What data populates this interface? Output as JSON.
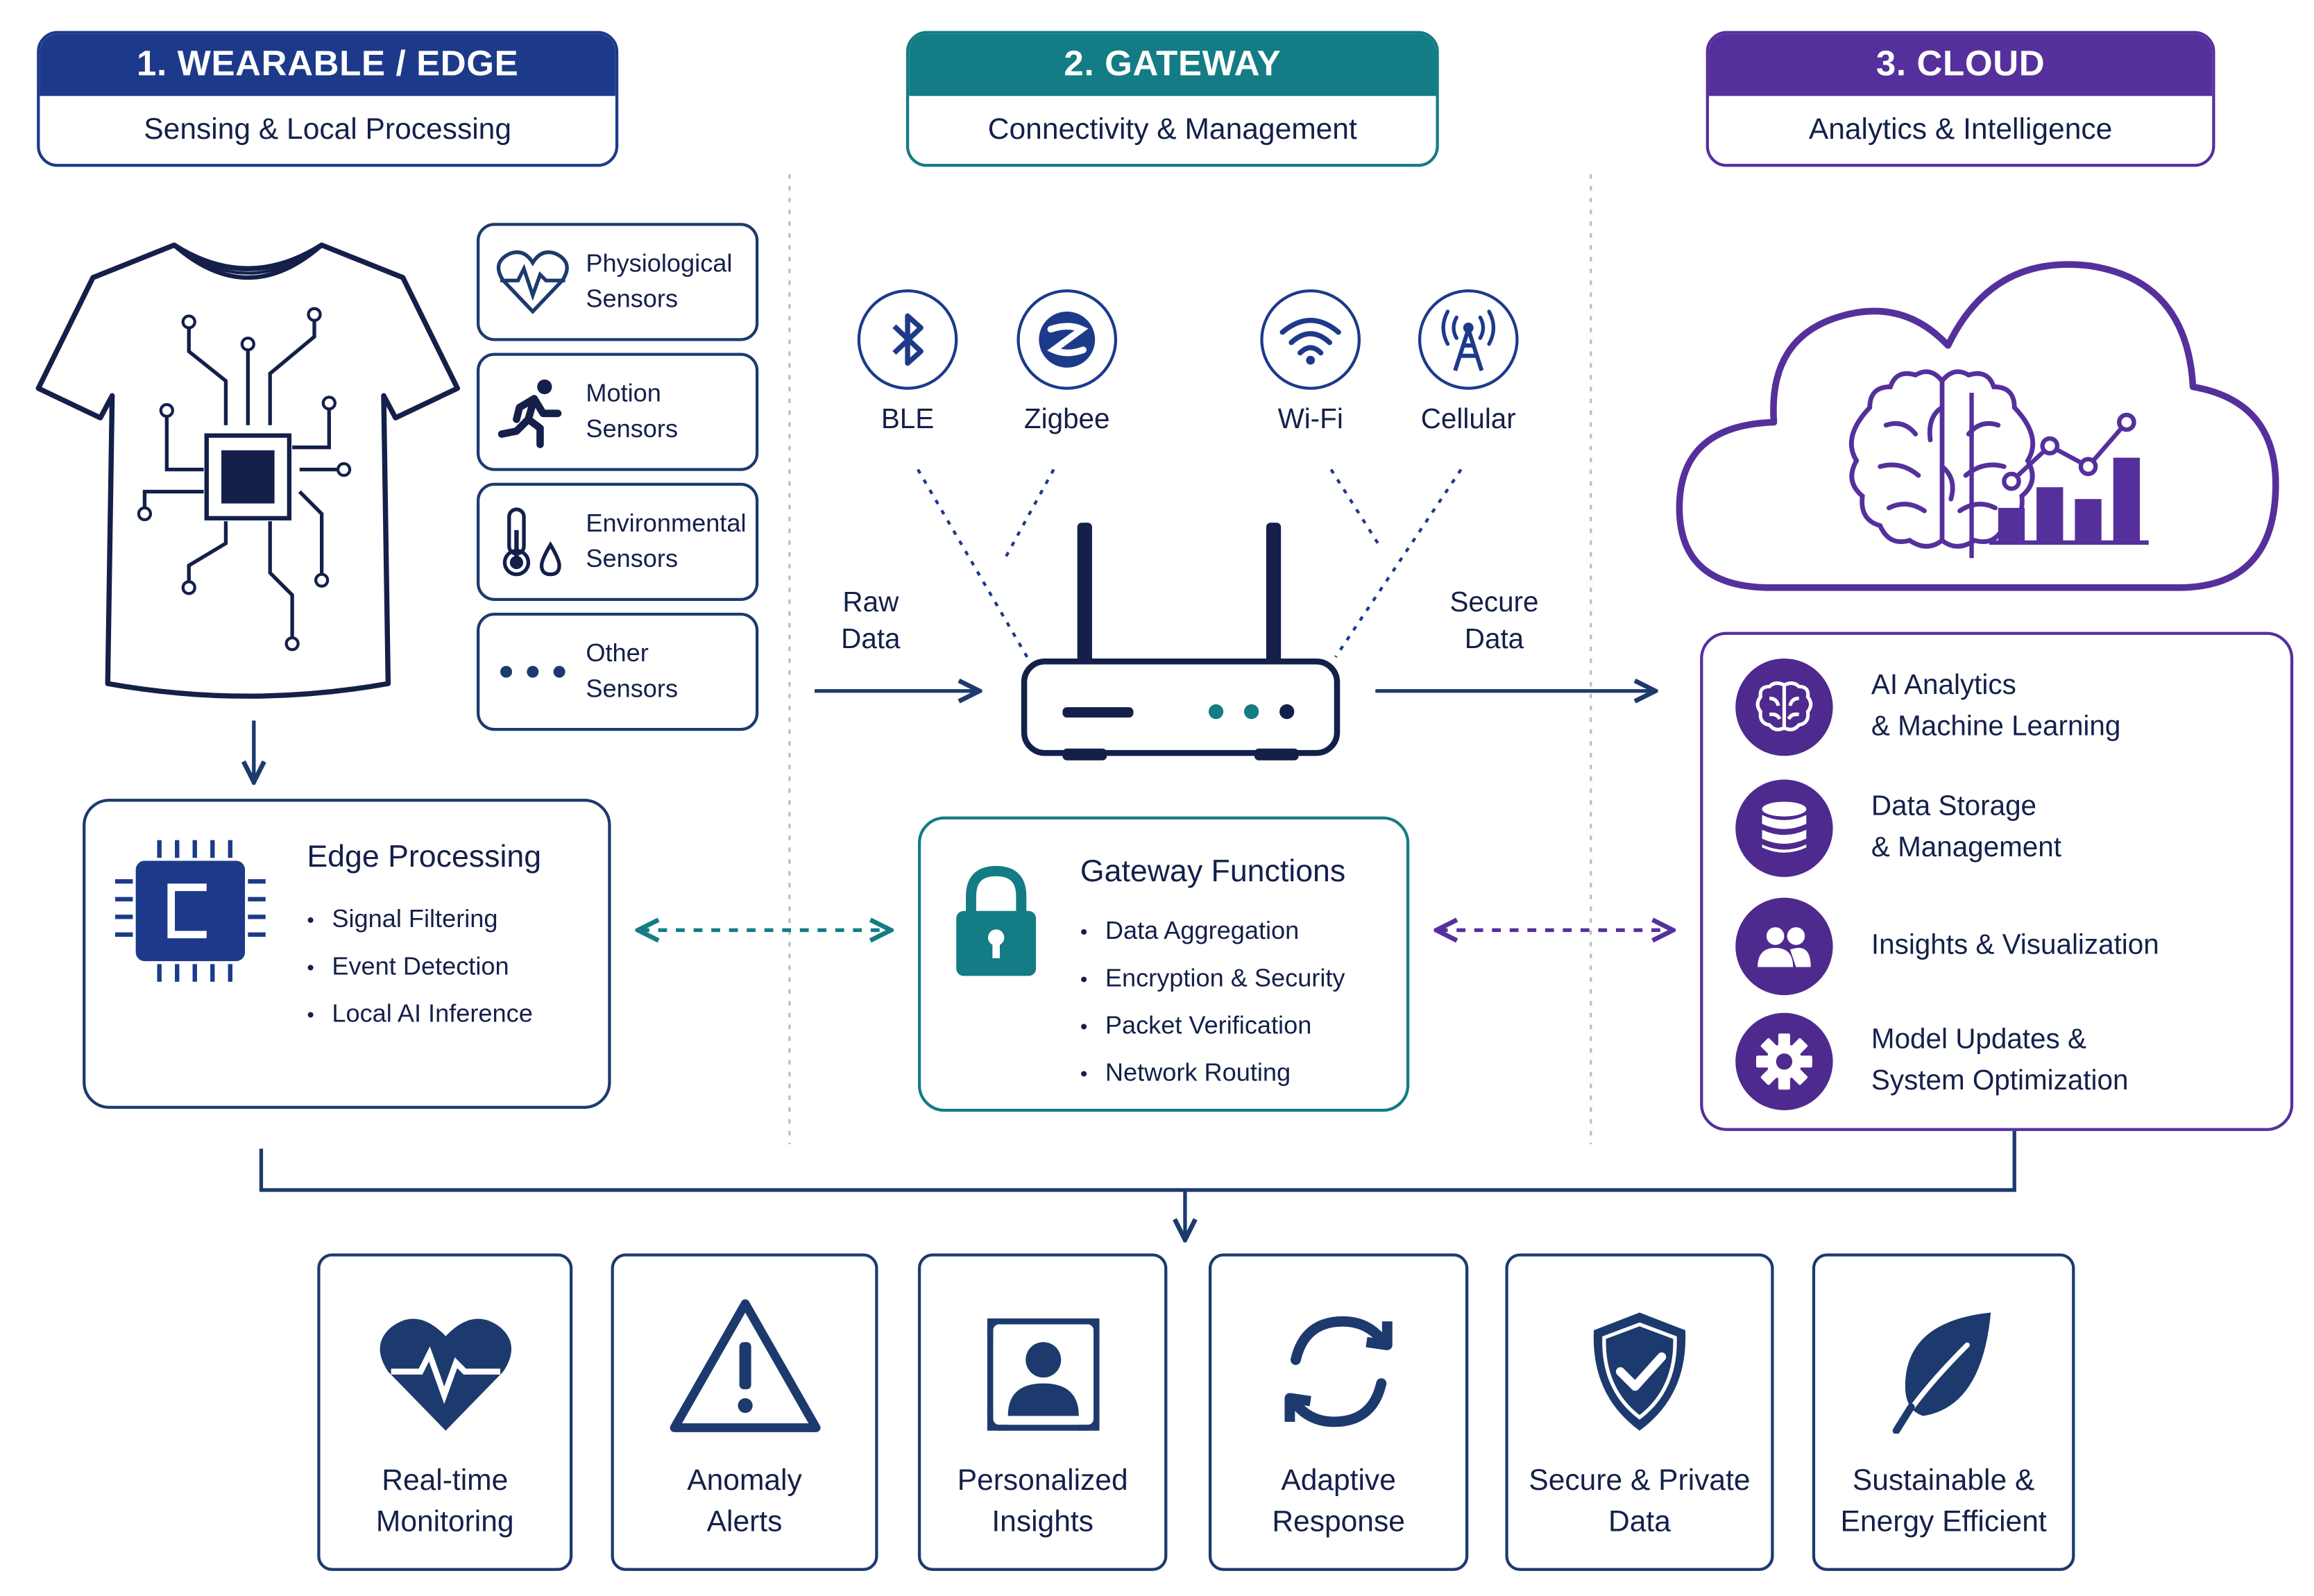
{
  "sections": [
    {
      "title": "1. WEARABLE / EDGE",
      "subtitle": "Sensing & Local Processing"
    },
    {
      "title": "2. GATEWAY",
      "subtitle": "Connectivity & Management"
    },
    {
      "title": "3. CLOUD",
      "subtitle": "Analytics & Intelligence"
    }
  ],
  "sensors": [
    {
      "label": "Physiological\nSensors",
      "icon": "heart-pulse-icon"
    },
    {
      "label": "Motion\nSensors",
      "icon": "running-person-icon"
    },
    {
      "label": "Environmental\nSensors",
      "icon": "thermometer-droplet-icon"
    },
    {
      "label": "Other\nSensors",
      "icon": "dots-icon"
    }
  ],
  "edge": {
    "title": "Edge Processing",
    "items": [
      "Signal Filtering",
      "Event Detection",
      "Local AI Inference"
    ]
  },
  "protocols": [
    {
      "label": "BLE",
      "icon": "bluetooth-icon"
    },
    {
      "label": "Zigbee",
      "icon": "zigbee-icon"
    },
    {
      "label": "Wi-Fi",
      "icon": "wifi-icon"
    },
    {
      "label": "Cellular",
      "icon": "cell-tower-icon"
    }
  ],
  "flows": {
    "raw": "Raw\nData",
    "secure": "Secure\nData"
  },
  "gateway": {
    "title": "Gateway Functions",
    "items": [
      "Data Aggregation",
      "Encryption & Security",
      "Packet Verification",
      "Network Routing"
    ]
  },
  "cloud_items": [
    {
      "label": "AI Analytics\n& Machine Learning",
      "icon": "brain-icon"
    },
    {
      "label": "Data Storage\n& Management",
      "icon": "database-icon"
    },
    {
      "label": "Insights & Visualization",
      "icon": "users-icon"
    },
    {
      "label": "Model Updates &\nSystem Optimization",
      "icon": "gear-icon"
    }
  ],
  "benefits": [
    {
      "label": "Real-time\nMonitoring",
      "icon": "heart-pulse-icon"
    },
    {
      "label": "Anomaly\nAlerts",
      "icon": "warning-icon"
    },
    {
      "label": "Personalized\nInsights",
      "icon": "profile-icon"
    },
    {
      "label": "Adaptive\nResponse",
      "icon": "refresh-icon"
    },
    {
      "label": "Secure & Private\nData",
      "icon": "shield-check-icon"
    },
    {
      "label": "Sustainable &\nEnergy Efficient",
      "icon": "leaf-icon"
    }
  ],
  "colors": {
    "navy": "#1d3a8a",
    "teal": "#137c84",
    "purple": "#55309c",
    "text": "#14204a"
  }
}
